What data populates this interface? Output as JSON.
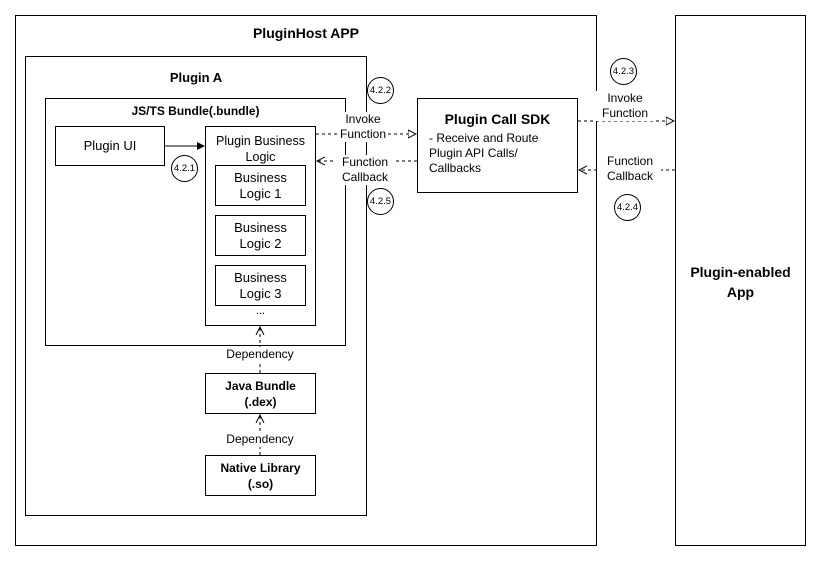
{
  "host_app": {
    "title": "PluginHost APP"
  },
  "plugin_a": {
    "title": "Plugin A"
  },
  "bundle": {
    "title": "JS/TS Bundle(.bundle)"
  },
  "plugin_ui": {
    "label": "Plugin UI"
  },
  "business": {
    "title": "Plugin Business\nLogic",
    "items": [
      "Business\nLogic 1",
      "Business\nLogic 2",
      "Business\nLogic 3"
    ],
    "more": "..."
  },
  "java_bundle": {
    "label": "Java Bundle\n(.dex)"
  },
  "native_lib": {
    "label": "Native Library\n(.so)"
  },
  "dependency_labels": [
    "Dependency",
    "Dependency"
  ],
  "sdk": {
    "title": "Plugin Call SDK",
    "description": "-  Receive and Route\nPlugin API Calls/\nCallbacks"
  },
  "enabled_app": {
    "title": "Plugin-enabled\nApp"
  },
  "edges": {
    "invoke_left": "Invoke\nFunction",
    "callback_left": "Function\nCallback",
    "invoke_right": "Invoke\nFunction",
    "callback_right": "Function\nCallback"
  },
  "steps": [
    "4.2.1",
    "4.2.2",
    "4.2.3",
    "4.2.4",
    "4.2.5"
  ]
}
